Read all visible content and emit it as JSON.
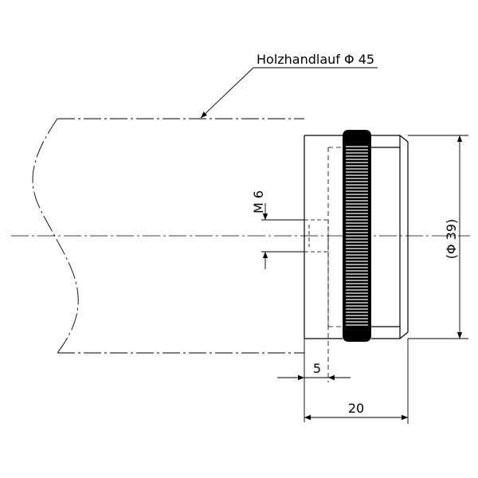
{
  "labels": {
    "handrail": "Holzhandlauf Φ 45",
    "thread": "M 6",
    "diameter": "(Φ 39)",
    "depth": "5",
    "length": "20"
  }
}
